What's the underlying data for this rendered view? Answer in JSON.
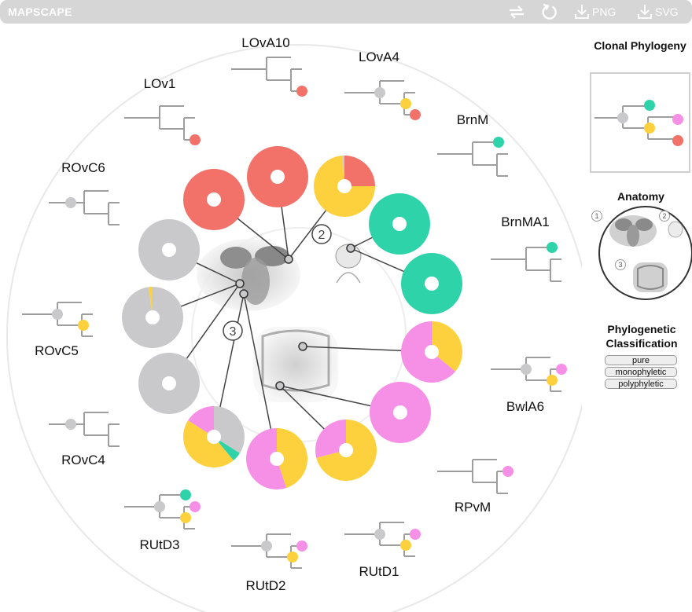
{
  "app": {
    "title": "MAPSCAPE"
  },
  "toolbar": {
    "png_label": "PNG",
    "svg_label": "SVG"
  },
  "colors": {
    "grey": "#c9c9cb",
    "red": "#f2726a",
    "yellow": "#fdd13d",
    "teal": "#2ed3a9",
    "pink": "#f68fe6",
    "line": "#9e9e9e"
  },
  "samples": [
    {
      "label": "LOv1",
      "clones": [
        "red"
      ]
    },
    {
      "label": "LOvA10",
      "clones": [
        "red"
      ]
    },
    {
      "label": "LOvA4",
      "clones": [
        "grey",
        "yellow",
        "red"
      ]
    },
    {
      "label": "BrnM",
      "clones": [
        "teal"
      ]
    },
    {
      "label": "BrnMA1",
      "clones": [
        "teal"
      ]
    },
    {
      "label": "BwlA6",
      "clones": [
        "grey",
        "yellow",
        "pink"
      ]
    },
    {
      "label": "RPvM",
      "clones": [
        "pink"
      ]
    },
    {
      "label": "RUtD1",
      "clones": [
        "grey",
        "yellow",
        "pink"
      ]
    },
    {
      "label": "RUtD2",
      "clones": [
        "grey",
        "yellow",
        "pink"
      ]
    },
    {
      "label": "RUtD3",
      "clones": [
        "grey",
        "yellow",
        "teal",
        "pink"
      ]
    },
    {
      "label": "ROvC4",
      "clones": [
        "grey"
      ]
    },
    {
      "label": "ROvC5",
      "clones": [
        "grey",
        "yellow"
      ]
    },
    {
      "label": "ROvC6",
      "clones": [
        "grey"
      ]
    }
  ],
  "anatomy_markers": {
    "pelvis": "2",
    "abdomen": "3"
  },
  "legend": {
    "clonal_phylogeny_title": "Clonal Phylogeny",
    "anatomy_title": "Anatomy",
    "anatomy_markers": [
      "1",
      "2",
      "3"
    ],
    "classification_title": "Phylogenetic Classification",
    "classification_options": [
      "pure",
      "monophyletic",
      "polyphyletic"
    ]
  }
}
